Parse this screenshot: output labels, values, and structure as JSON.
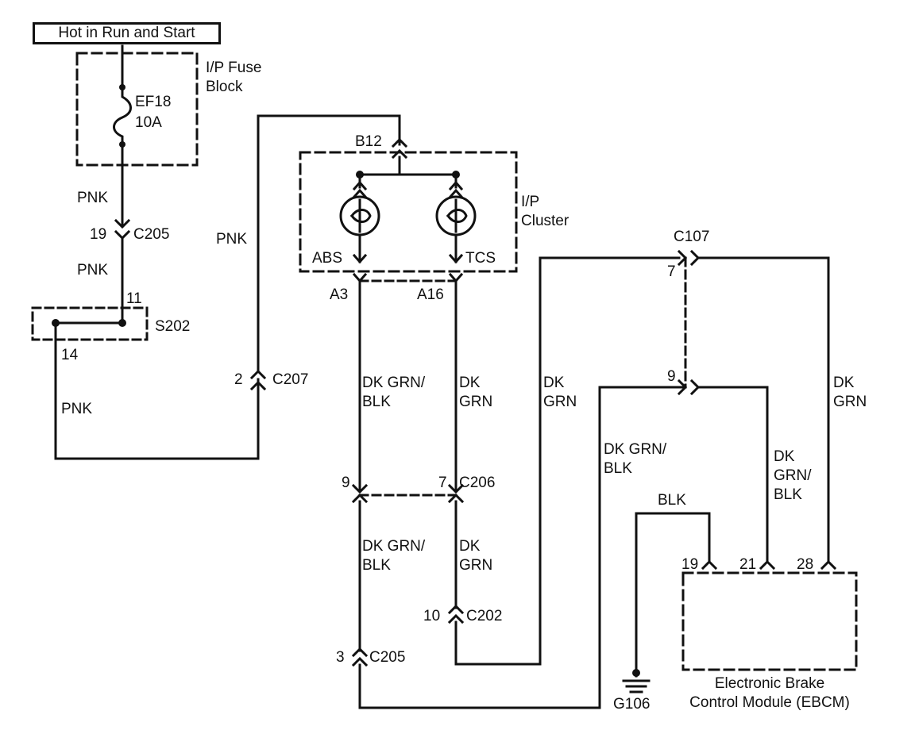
{
  "power_header": "Hot in Run and Start",
  "fuse_block": {
    "label": "I/P Fuse\nBlock",
    "fuse_name": "EF18",
    "fuse_rating": "10A"
  },
  "cluster": {
    "label": "I/P\nCluster",
    "connector_top": "B12",
    "lamp_left": "ABS",
    "lamp_right": "TCS",
    "pin_left": "A3",
    "pin_right": "A16"
  },
  "splice": {
    "name": "S202",
    "pin_in": "11",
    "pin_out": "14"
  },
  "connectors": {
    "c205_upper": {
      "pin": "19",
      "name": "C205"
    },
    "c207": {
      "pin": "2",
      "name": "C207"
    },
    "c107": {
      "name": "C107",
      "pin_a": "7",
      "pin_b": "9"
    },
    "c206": {
      "pin_left": "9",
      "pin_right": "7",
      "name": "C206"
    },
    "c202": {
      "pin": "10",
      "name": "C202"
    },
    "c205_lower": {
      "pin": "3",
      "name": "C205"
    }
  },
  "wires": {
    "pnk_1": "PNK",
    "pnk_2": "PNK",
    "pnk_3": "PNK",
    "pnk_4": "PNK",
    "dkgrnblk_upper": "DK GRN/\nBLK",
    "dkgrn_upper": "DK\nGRN",
    "dkgrn_mid": "DK\nGRN",
    "dkgrn_right": "DK\nGRN",
    "dkgrnblk_mid": "DK GRN/\nBLK",
    "dkgrnblk_ebcm": "DK\nGRN/\nBLK",
    "blk": "BLK",
    "dkgrnblk_lower": "DK GRN/\nBLK",
    "dkgrn_lower": "DK\nGRN"
  },
  "ground": {
    "name": "G106"
  },
  "ebcm": {
    "label": "Electronic Brake\nControl Module (EBCM)",
    "pin_19": "19",
    "pin_21": "21",
    "pin_28": "28"
  }
}
